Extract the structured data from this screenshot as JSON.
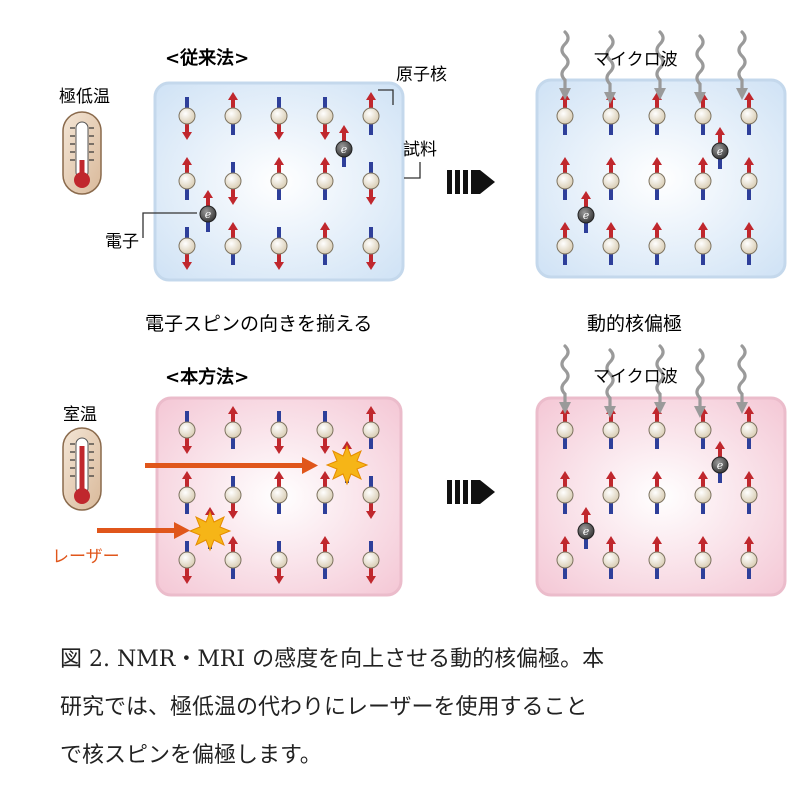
{
  "top": {
    "method_title": "<従来法>",
    "temperature_label": "極低温",
    "nucleus_label": "原子核",
    "sample_label": "試料",
    "electron_label": "電子",
    "microwave_label": "マイクロ波",
    "process_label": "電子スピンの向きを揃える"
  },
  "bottom": {
    "method_title": "<本方法>",
    "temperature_label": "室温",
    "laser_label": "レーザー",
    "microwave_label": "マイクロ波"
  },
  "middle_label": "動的核偏極",
  "electron_symbol": "e",
  "caption": {
    "line1": "図 2. NMR・MRI の感度を向上させる動的核偏極。本",
    "line2": "研究では、極低温の代わりにレーザーを使用すること",
    "line3": "で核スピンを偏極します。"
  },
  "colors": {
    "spin_up": "#c0272d",
    "spin_down": "#2e3f9a",
    "laser": "#e0561b",
    "blue_panel": "#dbe9f7",
    "pink_panel": "#f6d3de"
  }
}
